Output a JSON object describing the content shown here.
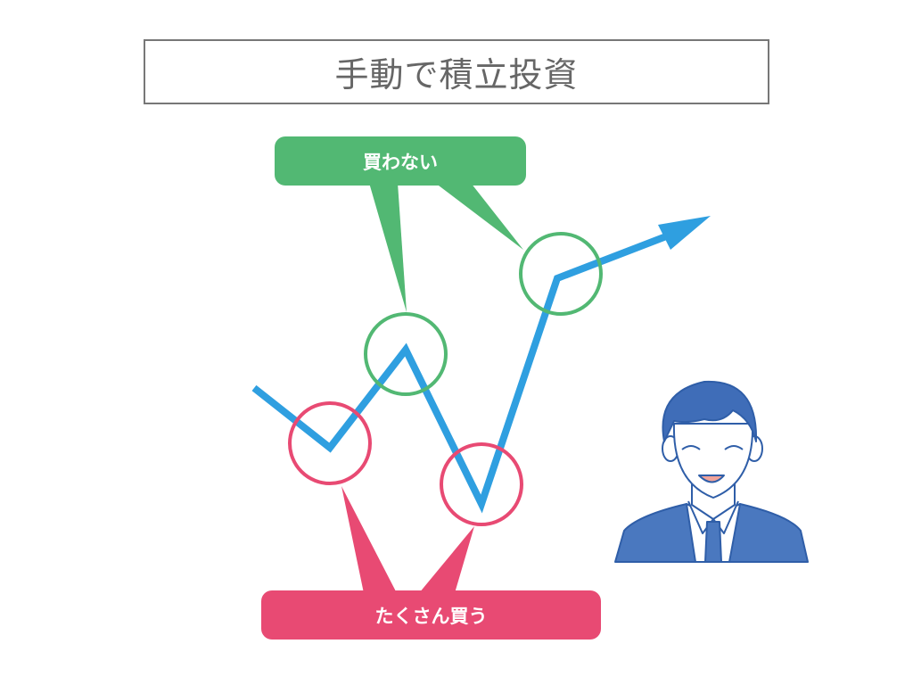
{
  "title": "手動で積立投資",
  "labels": {
    "dont_buy": "買わない",
    "buy_more": "たくさん買う"
  },
  "colors": {
    "line": "#2f9fe0",
    "green": "#52b873",
    "pink": "#e84a73",
    "suit": "#4a78bf",
    "title_border": "#777777"
  },
  "icons": {
    "person": "smiling-businessman-icon",
    "arrow": "trend-arrow-icon"
  }
}
